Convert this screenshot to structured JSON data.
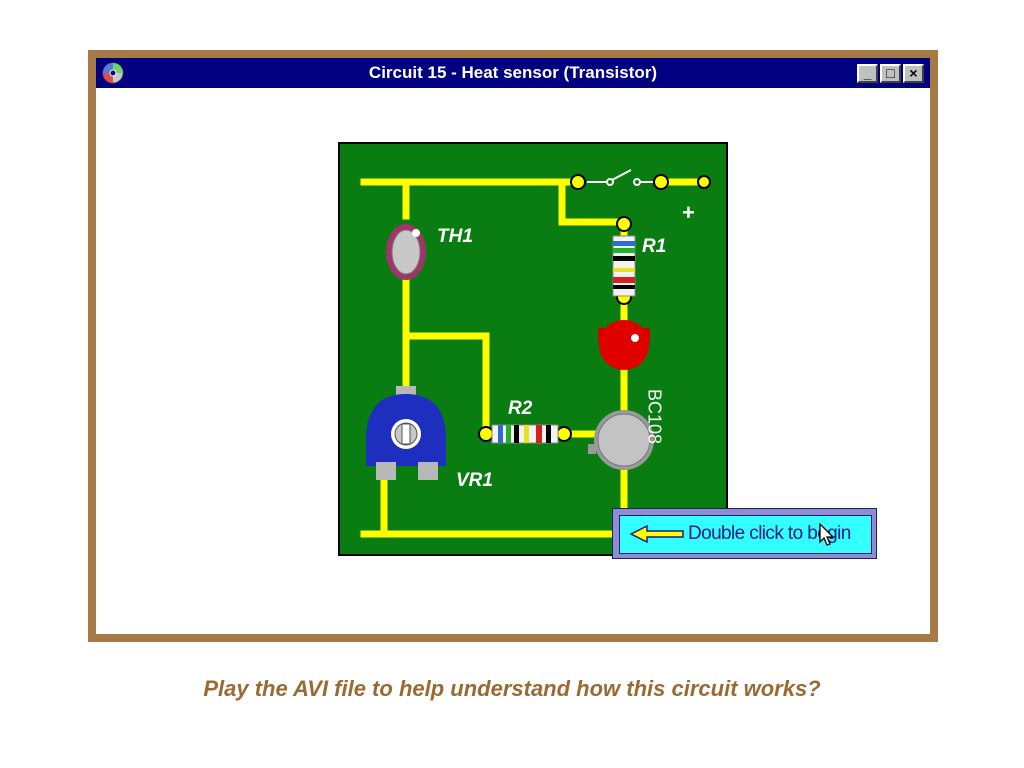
{
  "window": {
    "title": "Circuit 15 - Heat sensor (Transistor)",
    "icon": "cd-disc-icon",
    "controls": {
      "minimize": "_",
      "maximize": "□",
      "close": "×"
    }
  },
  "circuit": {
    "labels": {
      "th1": "TH1",
      "r1": "R1",
      "r2": "R2",
      "vr1": "VR1",
      "plus": "+",
      "transistor": "BC108"
    }
  },
  "hint": {
    "text": "Double click to begin",
    "arrow_icon": "left-arrow-icon"
  },
  "caption": "Play the AVI file to help understand how this circuit works?",
  "colors": {
    "titlebar": "#000080",
    "frame": "#a47a46",
    "board": "#0a7d12",
    "track": "#ffff00",
    "hint": "#33ffff",
    "caption": "#9a6a33"
  }
}
